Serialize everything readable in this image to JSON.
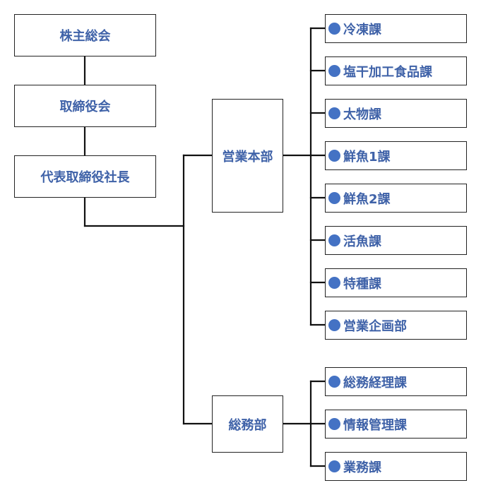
{
  "chart": {
    "levels": {
      "shareholders": "株主総会",
      "board": "取締役会",
      "president": "代表取締役社長"
    },
    "divisions": {
      "sales": "営業本部",
      "general": "総務部"
    },
    "sales_sections": [
      "冷凍課",
      "塩干加工食品課",
      "太物課",
      "鮮魚1課",
      "鮮魚2課",
      "活魚課",
      "特種課",
      "営業企画部"
    ],
    "general_sections": [
      "総務経理課",
      "情報管理課",
      "業務課"
    ]
  },
  "colors": {
    "text": "#3f62a8",
    "bullet": "#4472c4",
    "line": "#111111"
  }
}
